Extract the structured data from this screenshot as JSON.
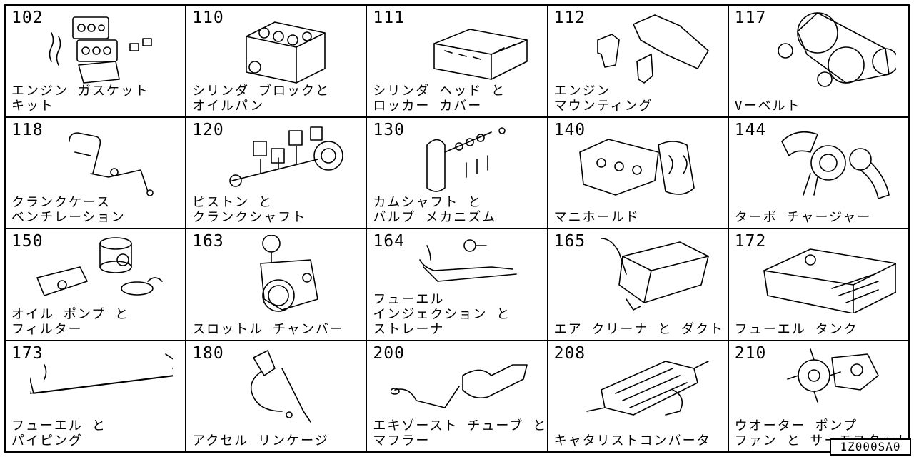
{
  "page_code": "1Z000SA0",
  "cells": [
    {
      "num": "102",
      "line1": "エンジン ガスケット",
      "line2": "キット"
    },
    {
      "num": "110",
      "line1": "シリンダ ブロックと",
      "line2": "オイルパン"
    },
    {
      "num": "111",
      "line1": "シリンダ ヘッド と",
      "line2": "ロッカー カバー"
    },
    {
      "num": "112",
      "line1": "エンジン",
      "line2": "マウンティング"
    },
    {
      "num": "117",
      "line1": "",
      "line2": "Vーベルト"
    },
    {
      "num": "118",
      "line1": "クランクケース",
      "line2": "ベンチレーション"
    },
    {
      "num": "120",
      "line1": "ピストン と",
      "line2": "クランクシャフト"
    },
    {
      "num": "130",
      "line1": "カムシャフト と",
      "line2": "バルブ メカニズム"
    },
    {
      "num": "140",
      "line1": "",
      "line2": "マニホールド"
    },
    {
      "num": "144",
      "line1": "",
      "line2": "ターボ チャージャー"
    },
    {
      "num": "150",
      "line1": "オイル ポンプ と",
      "line2": "フィルター"
    },
    {
      "num": "163",
      "line1": "",
      "line2": "スロットル チャンバー"
    },
    {
      "num": "164",
      "line1": "フューエル",
      "line2": "インジェクション と",
      "line3": "ストレーナ"
    },
    {
      "num": "165",
      "line1": "",
      "line2": "エア クリーナ と ダクト"
    },
    {
      "num": "172",
      "line1": "",
      "line2": "フューエル タンク"
    },
    {
      "num": "173",
      "line1": "フューエル と",
      "line2": "パイピング"
    },
    {
      "num": "180",
      "line1": "",
      "line2": "アクセル リンケージ"
    },
    {
      "num": "200",
      "line1": "エキゾースト チューブ と",
      "line2": "マフラー"
    },
    {
      "num": "208",
      "line1": "",
      "line2": "キャタリストコンバータ"
    },
    {
      "num": "210",
      "line1": "ウオーター ポンプ",
      "line2": "ファン と サーモスタット"
    }
  ]
}
